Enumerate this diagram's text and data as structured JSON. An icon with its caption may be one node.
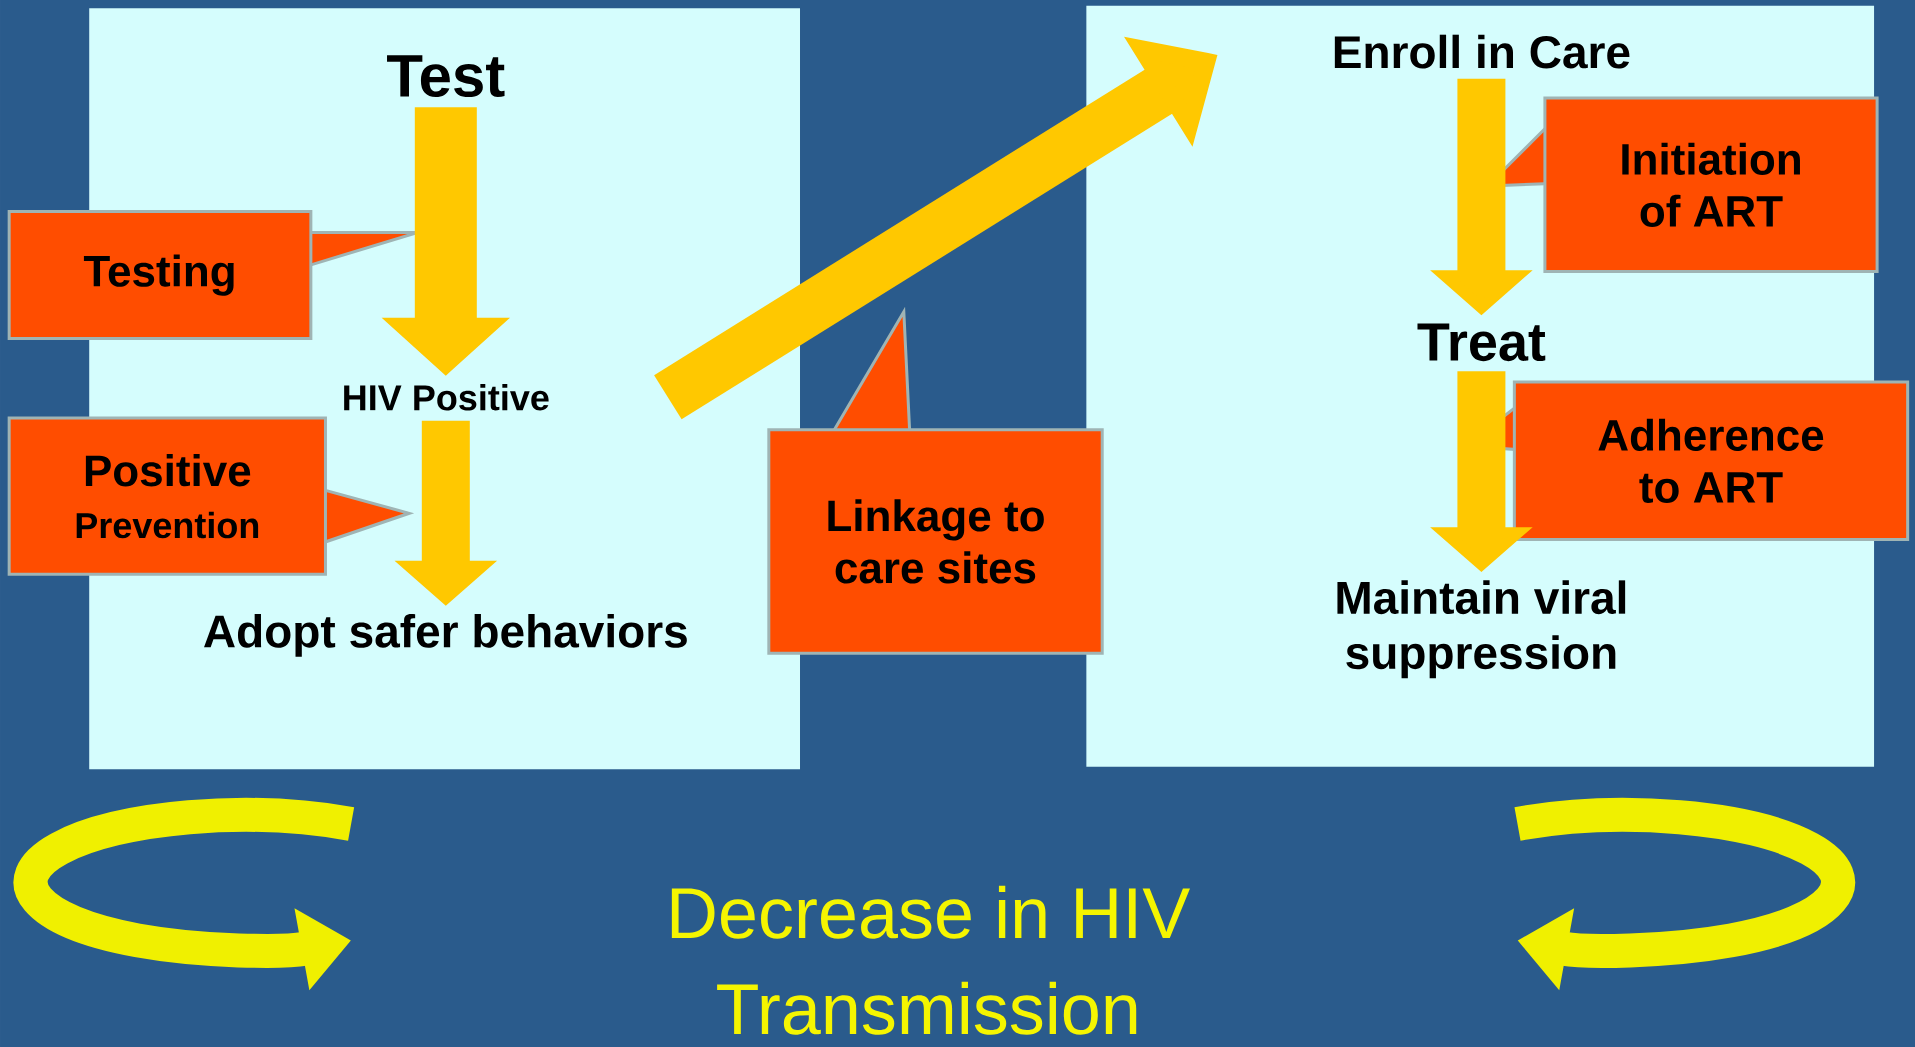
{
  "diagram": {
    "nodes": [
      {
        "text": [],
        "shape": "box"
      },
      {
        "text": [
          "Test"
        ],
        "in": 0
      },
      {
        "text": [
          "HIV Positive"
        ],
        "in": 0
      },
      {
        "text": [
          "Adopt safer behaviors"
        ],
        "in": 0
      },
      {
        "text": [
          "Testing"
        ]
      },
      {
        "text": [
          "Positive",
          "Prevention"
        ]
      },
      {
        "text": [],
        "shape": "box"
      },
      {
        "text": [
          "Enroll in Care"
        ],
        "in": 6
      },
      {
        "text": [
          "Treat"
        ],
        "in": 6
      },
      {
        "text": [
          "Maintain viral suppression"
        ],
        "in": 6
      },
      {
        "text": [
          "Initiation of ART"
        ],
        "in": 6
      },
      {
        "text": [
          "Adherence to ART"
        ]
      },
      {
        "text": [
          "Linkage to care sites"
        ]
      }
    ],
    "edges": [
      {
        "from": 1,
        "to": 2,
        "arrow": "to"
      },
      {
        "from": 2,
        "to": 3,
        "arrow": "to"
      },
      {
        "from": 2,
        "to": 7,
        "arrow": "to"
      },
      {
        "from": 7,
        "to": 8,
        "arrow": "to"
      },
      {
        "from": 8,
        "to": 9,
        "arrow": "to"
      }
    ],
    "labels": [
      "Decrease in HIV Transmission"
    ]
  }
}
